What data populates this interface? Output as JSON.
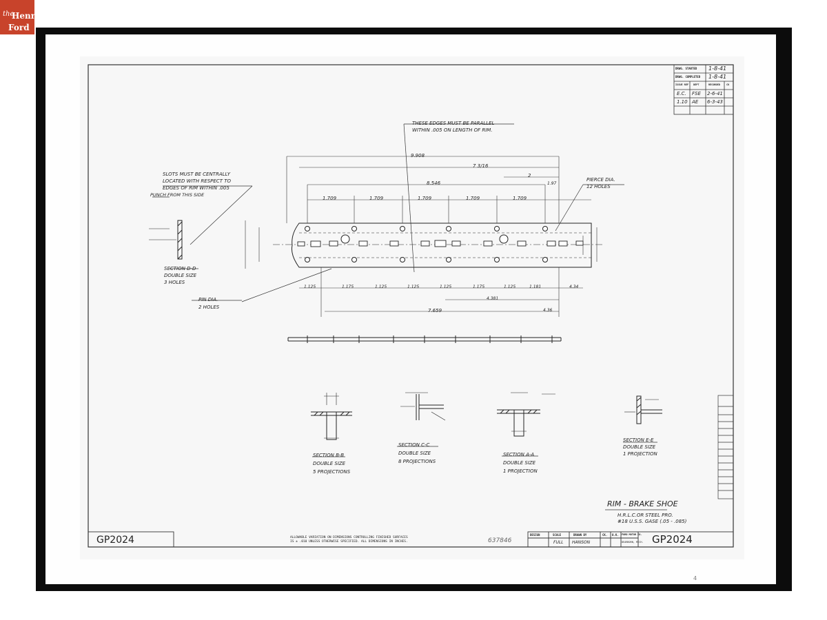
{
  "logo": {
    "the": "the",
    "henry": "Henry",
    "ford": "Ford"
  },
  "drawing": {
    "number": "GP2024",
    "title": "RIM - BRAKE SHOE",
    "material_line1": "H.R.L.C.OR STEEL PRO.",
    "material_line2": "#18 U.S.S. GASE (.05 - .085)",
    "stamp_number": "637846",
    "notes": {
      "parallel": [
        "THESE EDGES MUST BE PARALLEL",
        "WITHIN .005 ON LENGTH OF RIM."
      ],
      "slots": [
        "SLOTS MUST BE CENTRALLY",
        "LOCATED WITH RESPECT TO",
        "EDGES OF RIM WITHIN .005"
      ],
      "punch": "PUNCH FROM THIS SIDE",
      "pierce": [
        "PIERCE",
        "DIA.",
        "12 HOLES"
      ],
      "pin": [
        "PIN",
        "DIA.",
        "2 HOLES"
      ],
      "allowable": [
        "ALLOWABLE VARIATION ON DIMENSIONS CONTROLLING FINISHED SURFACES",
        "IS ± .010 UNLESS OTHERWISE SPECIFIED.  ALL DIMENSIONS IN INCHES."
      ]
    },
    "sections": {
      "dd": [
        "SECTION D-D",
        "DOUBLE SIZE",
        "3 HOLES"
      ],
      "bb": [
        "SECTION B-B",
        "DOUBLE SIZE",
        "5 PROJECTIONS"
      ],
      "cc": [
        "SECTION C-C",
        "DOUBLE SIZE",
        "8 PROJECTIONS"
      ],
      "aa": [
        "SECTION A-A",
        "DOUBLE SIZE",
        "1 PROJECTION"
      ],
      "ee": [
        "SECTION E-E",
        "DOUBLE SIZE",
        "1 PROJECTION"
      ]
    },
    "dimensions": {
      "overall": "9.908",
      "seven": "7 3/16",
      "d8546": "8.546",
      "spacing": "1.709",
      "two": "2",
      "d197": "1.97",
      "d1125": "1.125",
      "d1175": "1.175",
      "d1181": "1.181",
      "d7659": "7.659",
      "d4381": "4.381",
      "d434": "4.34",
      "d436": "4.36"
    },
    "title_block": {
      "rows": [
        {
          "label": "DRWG. STARTED",
          "value": "1-8-41"
        },
        {
          "label": "DRWG. COMPLETED",
          "value": "1-8-41"
        }
      ],
      "headers": [
        "ISSUE REF",
        "DEPT",
        "RECORDED",
        "CK"
      ],
      "entries": [
        [
          "E.C.",
          "FSE",
          "2-6-41",
          ""
        ],
        [
          "1.10",
          "AE",
          "6-3-43",
          ""
        ]
      ],
      "bottom_headers": [
        "DESIGN",
        "SCALE",
        "DRAWN BY",
        "CK.",
        "O.K.",
        "FORD MOTOR CO."
      ],
      "bottom_values": [
        "",
        "FULL",
        "HANSON",
        "",
        "",
        "DEARBORN, MICH."
      ]
    },
    "page_mark": "4"
  }
}
